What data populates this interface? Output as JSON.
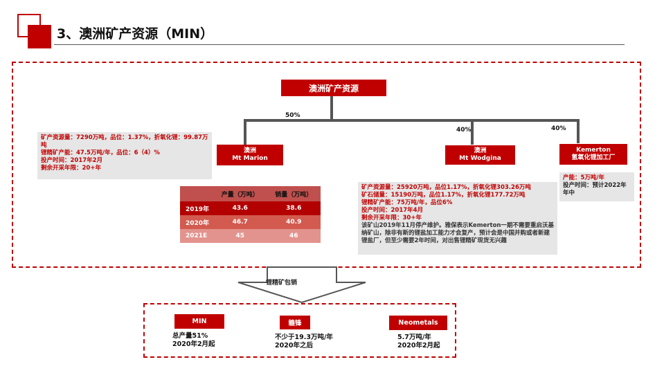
{
  "header": {
    "title": "3、澳洲矿产资源（MIN）"
  },
  "root": {
    "label": "澳洲矿产资源"
  },
  "branches": {
    "marion": {
      "pct": "50%",
      "name_line1": "澳洲",
      "name_line2": "Mt Marion",
      "info": [
        "矿产资源量：7290万吨，品位：1.37%，折氧化锂：99.87万吨",
        "锂精矿产能：47.5万吨/年，品位：6（4）%",
        "投产时间：2017年2月",
        "剩余开采年限：20+年"
      ]
    },
    "wodgina": {
      "pct": "40%",
      "name_line1": "澳洲",
      "name_line2": "Mt Wodgina",
      "info": [
        "矿产资源量：25920万吨，品位1.17%，折氧化锂303.26万吨",
        "矿石储量：15190万吨，品位1.17%，折氧化锂177.72万吨",
        "锂精矿产能：75万吨/年，品位6%",
        "投产时间：2017年4月",
        "剩余开采年限：30+年"
      ],
      "note": "该矿山2019年11月停产维护。雅保表示Kemerton一期不需要重启沃基纳矿山，除非有新的锂盐加工能力才会复产，预计会是中国并购或者新建锂盐厂，但至少需要2年时间，对出售锂精矿现货无兴趣"
    },
    "kemerton": {
      "pct": "40%",
      "name_line1": "Kemerton",
      "name_line2": "氢氧化锂加工厂",
      "info": [
        "产能：5万吨/年",
        "投产时间：预计2022年年中"
      ]
    }
  },
  "production_table": {
    "headers": [
      "",
      "产量（万吨）",
      "销量（万吨）"
    ],
    "rows": [
      {
        "year": "2019年",
        "output": "43.6",
        "sales": "38.6"
      },
      {
        "year": "2020年",
        "output": "46.7",
        "sales": "40.9"
      },
      {
        "year": "2021E",
        "output": "45",
        "sales": "46"
      }
    ],
    "colors": {
      "header": "#c0504d",
      "row1": "#b30000",
      "row2": "#d35a4f",
      "row3": "#e3938d"
    }
  },
  "arrow": {
    "label": "锂精矿包销"
  },
  "offtakers": [
    {
      "name": "MIN",
      "line1": "总产量51%",
      "line2": "2020年2月起"
    },
    {
      "name": "赣锋",
      "line1": "不少于19.3万吨/年",
      "line2": "2020年之后"
    },
    {
      "name": "Neometals",
      "line1": "5.7万吨/年",
      "line2": "2020年2月起"
    }
  ],
  "colors": {
    "accent": "#c00000",
    "gray_box": "#e6e6e6",
    "line": "#555555"
  }
}
